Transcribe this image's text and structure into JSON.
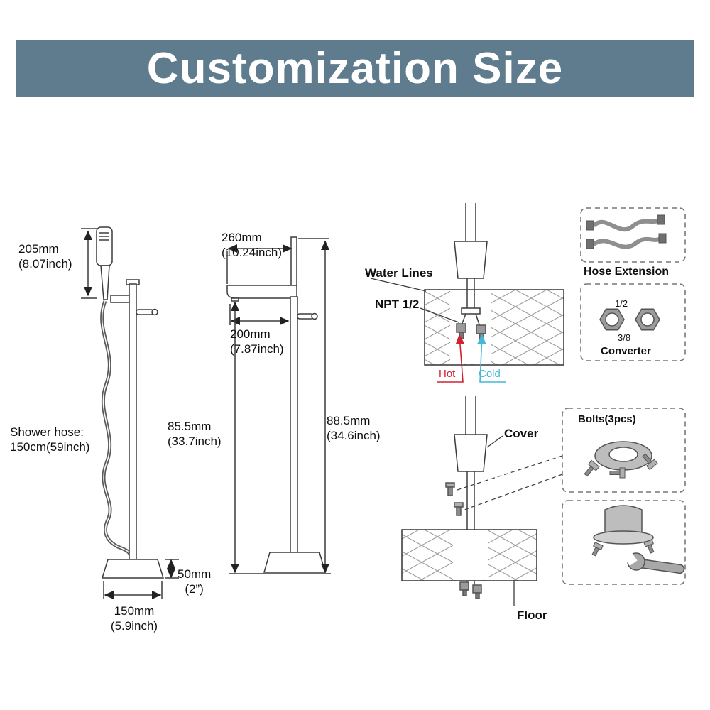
{
  "header": {
    "title": "Customization Size"
  },
  "colors": {
    "banner": "#5e7c8d",
    "hot": "#cf2332",
    "cold": "#45b8d6",
    "line": "#3c3c3c"
  },
  "left_figure": {
    "handheld_mm": "205mm",
    "handheld_in": "(8.07inch)",
    "hose_line1": "Shower hose:",
    "hose_line2": "150cm(59inch)",
    "base_h_mm": "50mm",
    "base_h_in": "(2”)",
    "base_w_mm": "150mm",
    "base_w_in": "(5.9inch)"
  },
  "middle_figure": {
    "top_mm": "260mm",
    "top_in": "(10.24inch)",
    "spout_mm": "200mm",
    "spout_in": "(7.87inch)",
    "left_mm": "85.5mm",
    "left_in": "(33.7inch)",
    "right_mm": "88.5mm",
    "right_in": "(34.6inch)"
  },
  "install_top": {
    "water_lines": "Water Lines",
    "npt": "NPT 1/2",
    "hot": "Hot",
    "cold": "Cold"
  },
  "install_bottom": {
    "cover": "Cover",
    "floor": "Floor"
  },
  "accessories": {
    "hose_extension": "Hose Extension",
    "size_12": "1/2",
    "size_38": "3/8",
    "converter": "Converter",
    "bolts": "Bolts(3pcs)"
  }
}
